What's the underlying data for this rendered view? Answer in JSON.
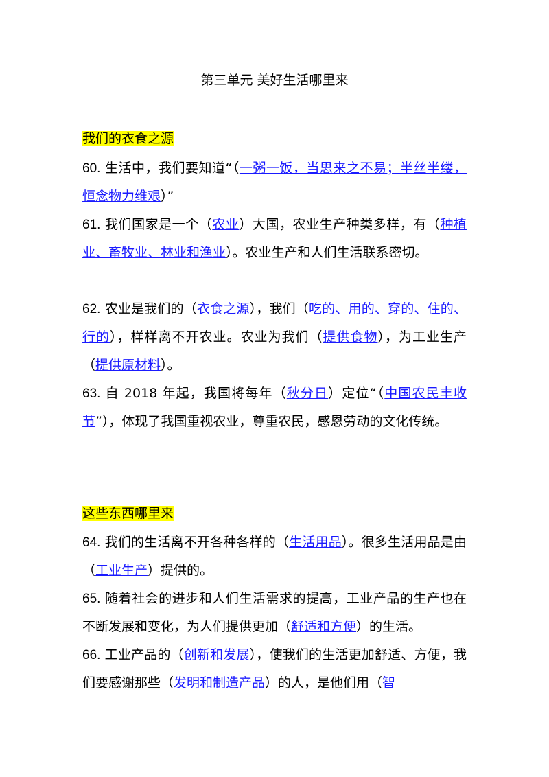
{
  "title": "第三单元 美好生活哪里来",
  "sections": [
    {
      "heading": "我们的衣食之源",
      "items": [
        {
          "num": "60.",
          "segments": [
            {
              "t": " 生活中，我们要知道“（"
            },
            {
              "t": "一粥一饭，当思来之不易；半丝半缕，恒念物力维艰",
              "a": true
            },
            {
              "t": "）”"
            }
          ]
        },
        {
          "num": "61.",
          "segments": [
            {
              "t": " 我们国家是一个（"
            },
            {
              "t": "农业",
              "a": true
            },
            {
              "t": "）大国，农业生产种类多样，有（"
            },
            {
              "t": "种植业、畜牧业、林业和渔业",
              "a": true
            },
            {
              "t": "）。农业生产和人们生活联系密切。"
            }
          ]
        },
        {
          "num": "62.",
          "segments": [
            {
              "t": " 农业是我们的（"
            },
            {
              "t": "衣食之源",
              "a": true
            },
            {
              "t": "），我们（"
            },
            {
              "t": "吃的、用的、穿的、住的、行的",
              "a": true
            },
            {
              "t": "），样样离不开农业。农业为我们（"
            },
            {
              "t": "提供食物",
              "a": true
            },
            {
              "t": "），为工业生产（"
            },
            {
              "t": "提供原材料",
              "a": true
            },
            {
              "t": "）。"
            }
          ]
        },
        {
          "num": "63.",
          "segments": [
            {
              "t": " 自 2018 年起，我国将每年（"
            },
            {
              "t": "秋分日",
              "a": true
            },
            {
              "t": "）定位“（"
            },
            {
              "t": "中国农民丰收节",
              "a": true
            },
            {
              "t": "”），体现了我国重视农业，尊重农民，感恩劳动的文化传统。"
            }
          ]
        }
      ]
    },
    {
      "heading": "这些东西哪里来",
      "items": [
        {
          "num": "64.",
          "segments": [
            {
              "t": " 我们的生活离不开各种各样的（"
            },
            {
              "t": "生活用品",
              "a": true
            },
            {
              "t": "）。很多生活用品是由（"
            },
            {
              "t": "工业生产",
              "a": true
            },
            {
              "t": "）提供的。"
            }
          ]
        },
        {
          "num": "65.",
          "segments": [
            {
              "t": " 随着社会的进步和人们生活需求的提高，工业产品的生产也在不断发展和变化，为人们提供更加（"
            },
            {
              "t": "舒适和方便",
              "a": true
            },
            {
              "t": "）的生活。"
            }
          ]
        },
        {
          "num": "66.",
          "segments": [
            {
              "t": " 工业产品的（"
            },
            {
              "t": "创新和发展",
              "a": true
            },
            {
              "t": "），使我们的生活更加舒适、方便，我们要感谢那些（"
            },
            {
              "t": "发明和制造产品",
              "a": true
            },
            {
              "t": "）的人，是他们用（"
            },
            {
              "t": "智",
              "a": true
            }
          ]
        }
      ]
    }
  ]
}
